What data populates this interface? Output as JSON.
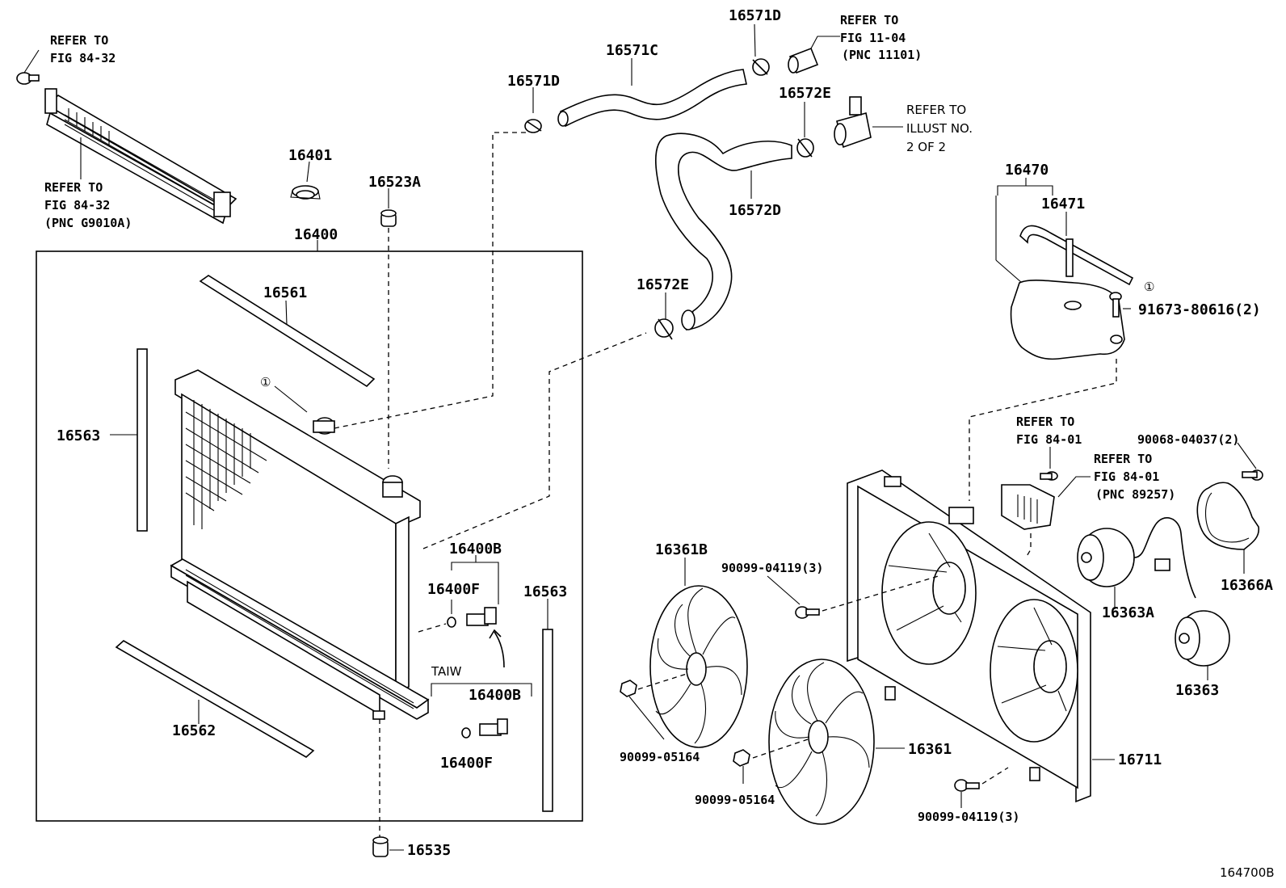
{
  "labels": {
    "p16400": "16400",
    "p16401": "16401",
    "p16523A": "16523A",
    "p16561": "16561",
    "p16563_left": "16563",
    "p16563_right": "16563",
    "p16562": "16562",
    "p16535": "16535",
    "p16400B_top": "16400B",
    "p16400F_top": "16400F",
    "p16400B_bottom": "16400B",
    "p16400F_bottom": "16400F",
    "taiw": "TAIW",
    "p16571D_left": "16571D",
    "p16571C": "16571C",
    "p16571D_right": "16571D",
    "p16572E_right": "16572E",
    "p16572D": "16572D",
    "p16572E_left": "16572E",
    "p16470": "16470",
    "p16471": "16471",
    "p91673": "91673-80616(2)",
    "p16361B": "16361B",
    "p90099_04119_top": "90099-04119(3)",
    "p90099_05164_left": "90099-05164",
    "p16361": "16361",
    "p90099_05164_mid": "90099-05164",
    "p90099_04119_bottom": "90099-04119(3)",
    "p16711": "16711",
    "p90068": "90068-04037(2)",
    "p16366A": "16366A",
    "p16363A": "16363A",
    "p16363": "16363",
    "circled1_radiator": "①",
    "circled1_tank": "①",
    "diagram_id": "164700B"
  },
  "refs": {
    "top_left": [
      "REFER TO",
      "FIG 84-32"
    ],
    "mid_left": [
      "REFER TO",
      "FIG 84-32",
      "(PNC G9010A)"
    ],
    "top_right": [
      "REFER TO",
      "FIG 11-04",
      "(PNC 11101)"
    ],
    "illust": [
      "REFER TO",
      "ILLUST NO.",
      "2 OF 2"
    ],
    "fig8401_a": [
      "REFER TO",
      "FIG 84-01"
    ],
    "fig8401_b": [
      "REFER TO",
      "FIG 84-01",
      "(PNC 89257)"
    ]
  }
}
